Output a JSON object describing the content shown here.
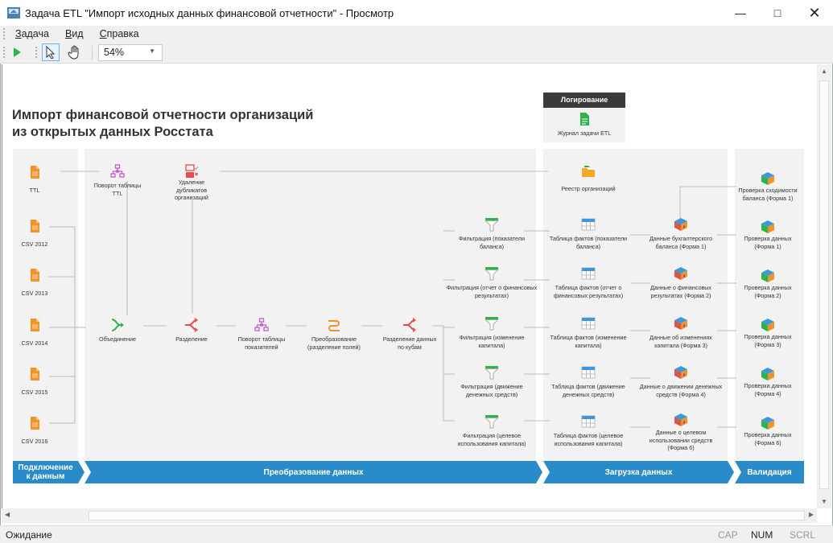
{
  "window": {
    "title": "Задача ETL \"Импорт исходных данных финансовой отчетности\" - Просмотр"
  },
  "menu": [
    "Задача",
    "Вид",
    "Справка"
  ],
  "toolbar": {
    "zoom": "54%"
  },
  "diagram": {
    "title_line1": "Импорт финансовой отчетности организаций",
    "title_line2": "из открытых данных Росстата",
    "logging": {
      "header": "Логирование",
      "item": "Журнал задачи ETL"
    },
    "sources": [
      "TTL",
      "CSV 2012",
      "CSV 2013",
      "CSV 2014",
      "CSV 2015",
      "CSV 2016"
    ],
    "transform": {
      "pivot_ttl": "Поворот таблицы TTL",
      "dedup": "Удаление дубликатов организаций",
      "union": "Объединение",
      "split": "Разделение",
      "pivot_ind": "Поворот таблицы показателей",
      "convert": "Преобразование (разделение полей)",
      "split_cubes": "Разделение данных по кубам",
      "filters": [
        "Фильтрация (показатели баланса)",
        "Фильтрация (отчет о финансовых результатах)",
        "Фильтрация (изменение капитала)",
        "Фильтрация (движение денежных средств)",
        "Фильтрация (целевое использования капитала)"
      ]
    },
    "load": {
      "registry": "Реестр организаций",
      "tables": [
        "Таблица фактов (показатели баланса)",
        "Таблица фактов (отчет о финансовых результатах)",
        "Таблица фактов (изменение капитала)",
        "Таблица фактов (движение денежных средств)",
        "Таблица фактов (целевое использования капитала)"
      ],
      "cubes": [
        "Данные бухгалтерского баланса (Форма 1)",
        "Данные о финансовых результатах (Форма 2)",
        "Данные об изменениях капитала (Форма 3)",
        "Данные о движении денежных средств (Форма 4)",
        "Данные о целевом использовании средств (Форма 6)"
      ]
    },
    "validation": [
      "Проверка сходимости баланса (Форма 1)",
      "Проверка данных (Форма 1)",
      "Проверка данных (Форма 2)",
      "Проверка данных (Форма 3)",
      "Проверка данных (Форма 4)",
      "Проверка данных (Форма 6)"
    ],
    "stages": [
      "Подключение к данным",
      "Преобразование данных",
      "Загрузка данных",
      "Валидация"
    ]
  },
  "status": {
    "text": "Ожидание",
    "caps": "CAP",
    "num": "NUM",
    "scrl": "SCRL"
  },
  "colors": {
    "banner": "#2a8bc9",
    "source": "#f0932b",
    "pivot": "#c35bd0",
    "filter": "#2db34a",
    "split": "#e84c4c"
  }
}
